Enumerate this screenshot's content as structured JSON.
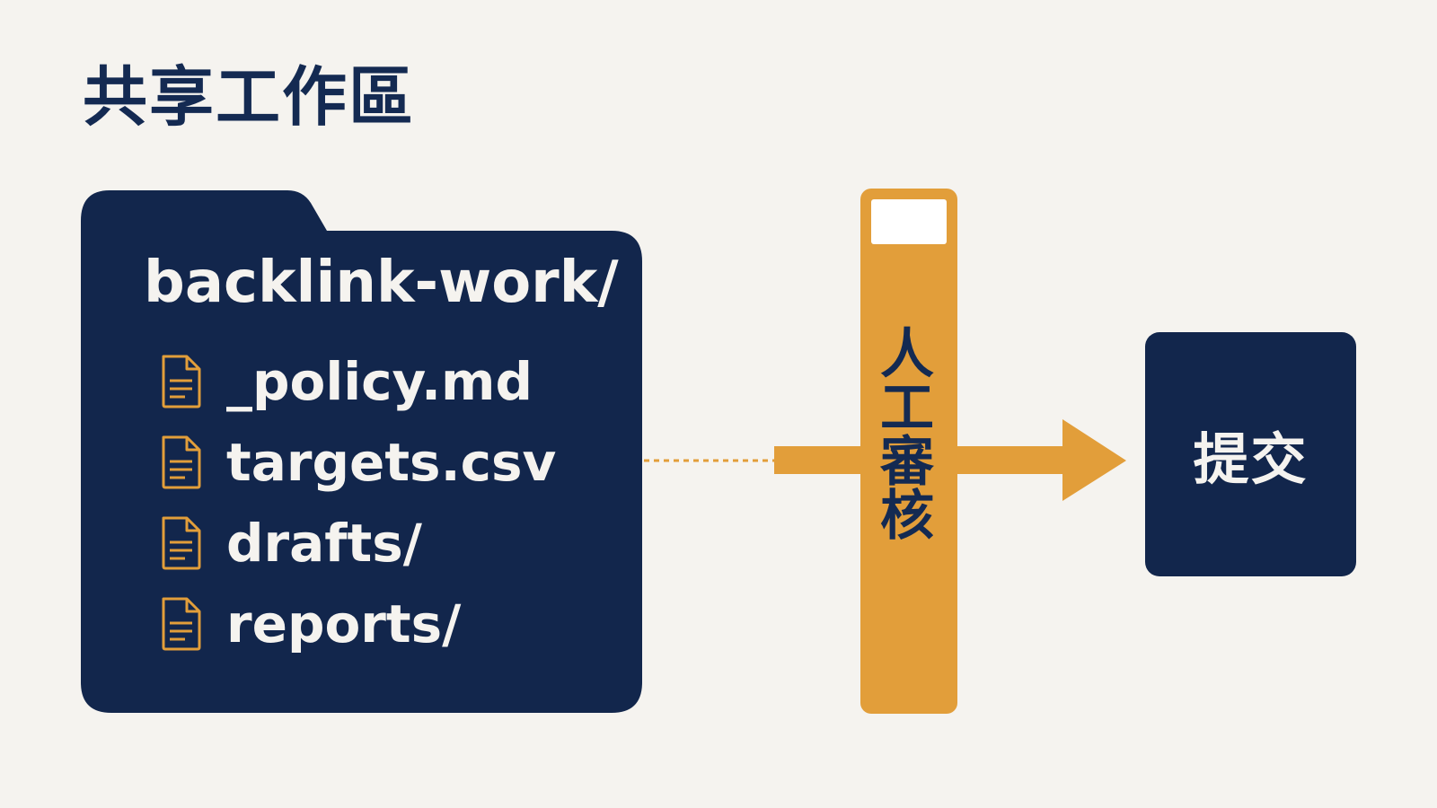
{
  "title": "共享工作區",
  "folder": {
    "name": "backlink-work/",
    "files": [
      {
        "label": "_policy.md",
        "icon": "document-icon"
      },
      {
        "label": "targets.csv",
        "icon": "document-icon"
      },
      {
        "label": "drafts/",
        "icon": "document-icon"
      },
      {
        "label": "reports/",
        "icon": "document-icon"
      }
    ]
  },
  "gate": {
    "label_chars": [
      "人",
      "工",
      "審",
      "核"
    ]
  },
  "submit": {
    "label": "提交"
  },
  "colors": {
    "navy": "#12264c",
    "title": "#142a52",
    "accent": "#e29e3a",
    "background": "#f5f3ef",
    "text_light": "#f5f3ef"
  }
}
